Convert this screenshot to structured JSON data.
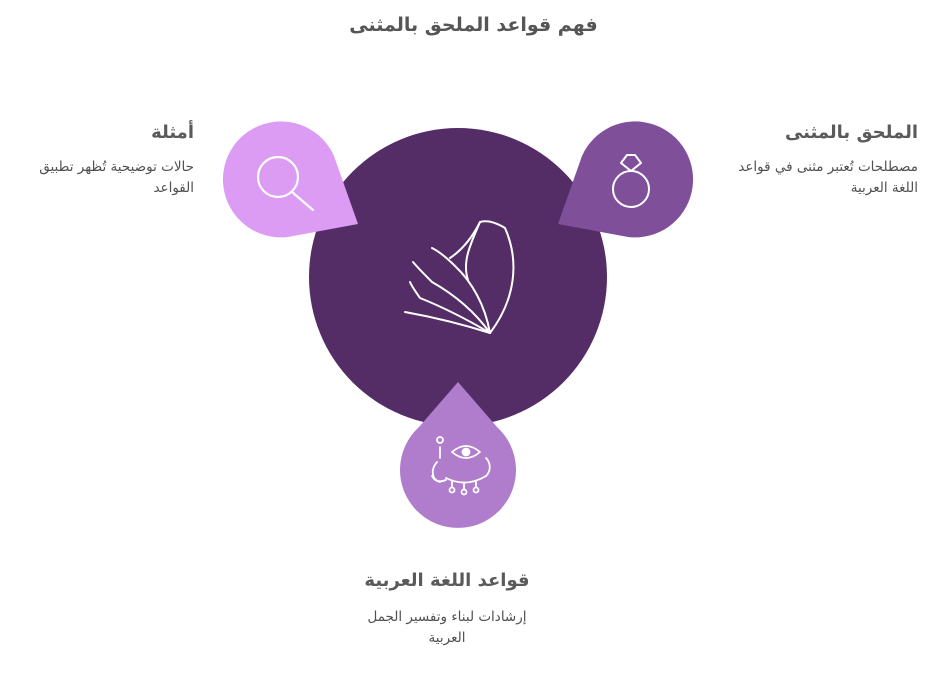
{
  "title": "فهم قواعد الملحق بالمثنى",
  "colors": {
    "center_circle": "#542c66",
    "top_right_drop": "#7f4f9a",
    "top_left_drop": "#dc9cf4",
    "bottom_drop": "#b07ccc",
    "icon_stroke": "#ffffff",
    "left_icon_stroke": "#ffffff"
  },
  "center": {
    "icon": "open-book-pages-icon"
  },
  "items": [
    {
      "title": "الملحق بالمثنى",
      "description": "مصطلحات تُعتبر مثنى في قواعد اللغة العربية",
      "icon": "ring-icon"
    },
    {
      "title": "أمثلة",
      "description": "حالات توضيحية تُظهر تطبيق القواعد",
      "icon": "magnifier-icon"
    },
    {
      "title": "قواعد اللغة العربية",
      "description": "إرشادات لبناء وتفسير الجمل العربية",
      "icon": "eye-ornament-icon"
    }
  ]
}
